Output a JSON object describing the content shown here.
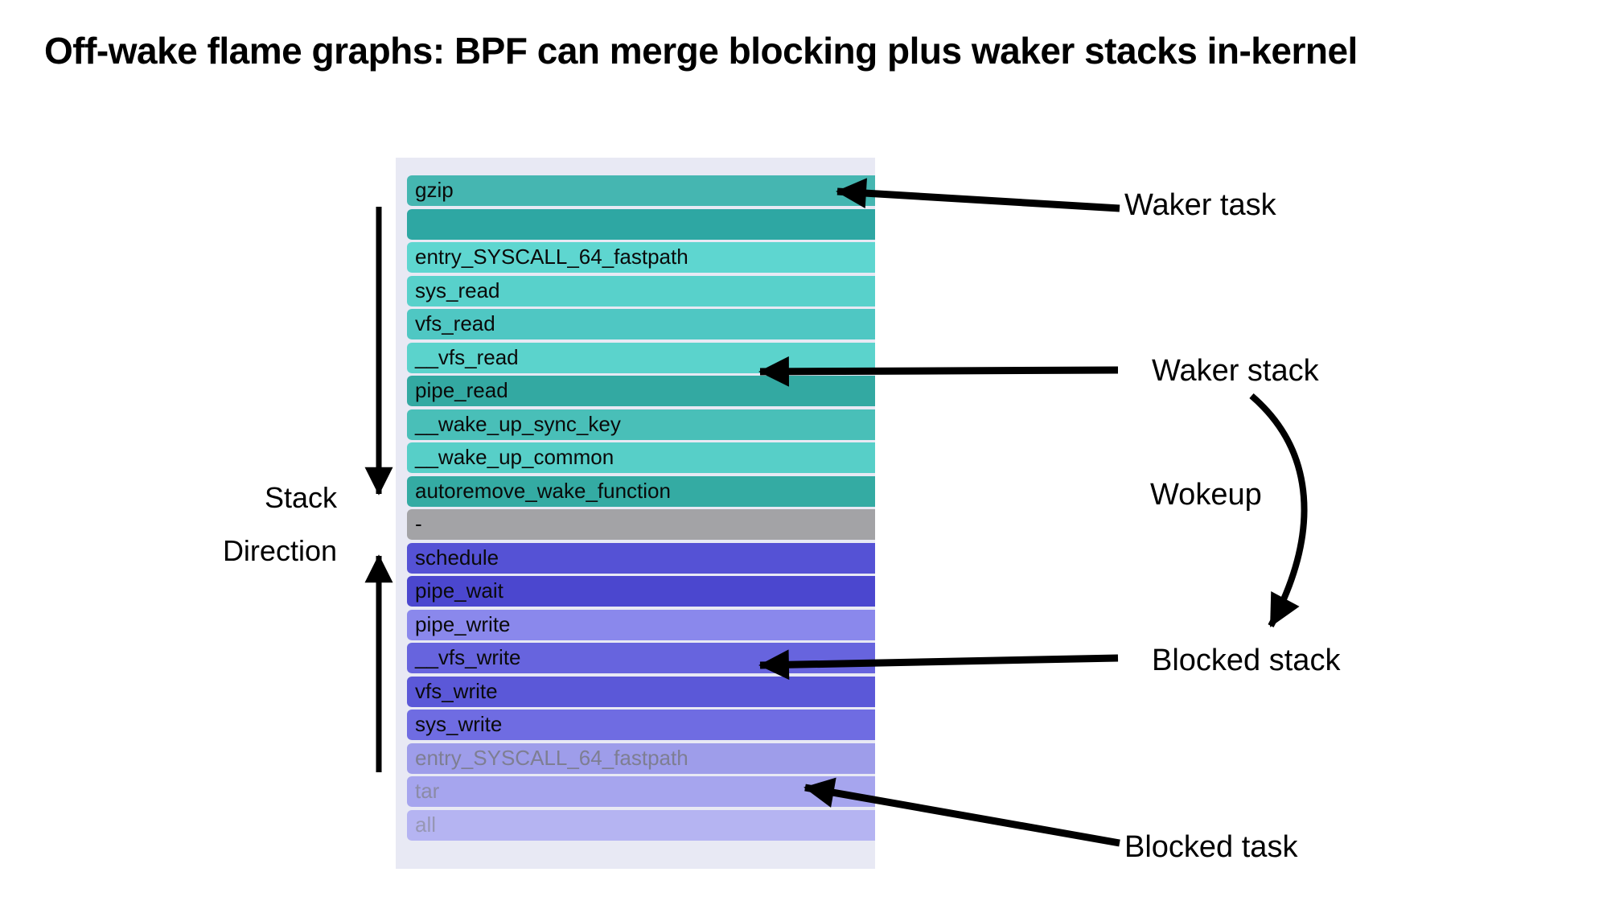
{
  "slide": {
    "title": "Off-wake flame graphs: BPF can merge blocking plus waker stacks in-kernel"
  },
  "left_labels": {
    "stack_direction_line1": "Stack",
    "stack_direction_line2": "Direction"
  },
  "annotations": {
    "waker_task": "Waker task",
    "waker_stack": "Waker stack",
    "wokeup": "Wokeup",
    "blocked_stack": "Blocked stack",
    "blocked_task": "Blocked task"
  },
  "flame_graph": {
    "background": "#e8e9f4",
    "bars": [
      {
        "label": "gzip",
        "color": "#45b6b1",
        "text_color": "#0a0a0a"
      },
      {
        "label": "",
        "color": "#2ea7a3",
        "text_color": "#0a0a0a"
      },
      {
        "label": "entry_SYSCALL_64_fastpath",
        "color": "#5ed6d0",
        "text_color": "#0a0a0a"
      },
      {
        "label": "sys_read",
        "color": "#58d1cb",
        "text_color": "#0a0a0a"
      },
      {
        "label": "vfs_read",
        "color": "#4fc7c3",
        "text_color": "#0a0a0a"
      },
      {
        "label": "__vfs_read",
        "color": "#5bd3cc",
        "text_color": "#0a0a0a"
      },
      {
        "label": "pipe_read",
        "color": "#33a9a2",
        "text_color": "#0a0a0a"
      },
      {
        "label": "__wake_up_sync_key",
        "color": "#49bfb8",
        "text_color": "#0a0a0a"
      },
      {
        "label": "__wake_up_common",
        "color": "#57cfc8",
        "text_color": "#0a0a0a"
      },
      {
        "label": "autoremove_wake_function",
        "color": "#34aba3",
        "text_color": "#0a0a0a"
      },
      {
        "label": "-",
        "color": "#a3a3a6",
        "text_color": "#0a0a0a"
      },
      {
        "label": "schedule",
        "color": "#5552d5",
        "text_color": "#0a0a0a"
      },
      {
        "label": "pipe_wait",
        "color": "#4b47cf",
        "text_color": "#0a0a0a"
      },
      {
        "label": "pipe_write",
        "color": "#8a88ec",
        "text_color": "#0a0a0a"
      },
      {
        "label": "__vfs_write",
        "color": "#6764de",
        "text_color": "#0a0a0a"
      },
      {
        "label": "vfs_write",
        "color": "#5b58d8",
        "text_color": "#0a0a0a"
      },
      {
        "label": "sys_write",
        "color": "#6f6ce2",
        "text_color": "#0a0a0a"
      },
      {
        "label": "entry_SYSCALL_64_fastpath",
        "color": "#9e9dea",
        "text_color": "#7e7e92"
      },
      {
        "label": "tar",
        "color": "#a6a5ee",
        "text_color": "#8b8ba6"
      },
      {
        "label": "all",
        "color": "#b5b4f2",
        "text_color": "#9797b4"
      }
    ]
  }
}
